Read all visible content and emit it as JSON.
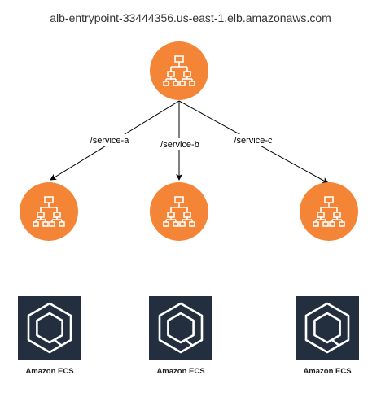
{
  "diagram": {
    "title": "alb-entrypoint-33444356.us-east-1.elb.amazonaws.com",
    "colors": {
      "alb_fill": "#F58536",
      "alb_stroke": "#E8721E",
      "ecs_fill": "#232F3E",
      "icon_line": "#FFFFFF",
      "edge": "#000000"
    },
    "root_node": {
      "icon": "load-balancer-icon"
    },
    "routes": [
      {
        "label": "/service-a",
        "icon": "load-balancer-icon"
      },
      {
        "label": "/service-b",
        "icon": "load-balancer-icon"
      },
      {
        "label": "/service-c",
        "icon": "load-balancer-icon"
      }
    ],
    "services": [
      {
        "label": "Amazon ECS",
        "icon": "amazon-ecs-icon"
      },
      {
        "label": "Amazon ECS",
        "icon": "amazon-ecs-icon"
      },
      {
        "label": "Amazon ECS",
        "icon": "amazon-ecs-icon"
      }
    ]
  }
}
